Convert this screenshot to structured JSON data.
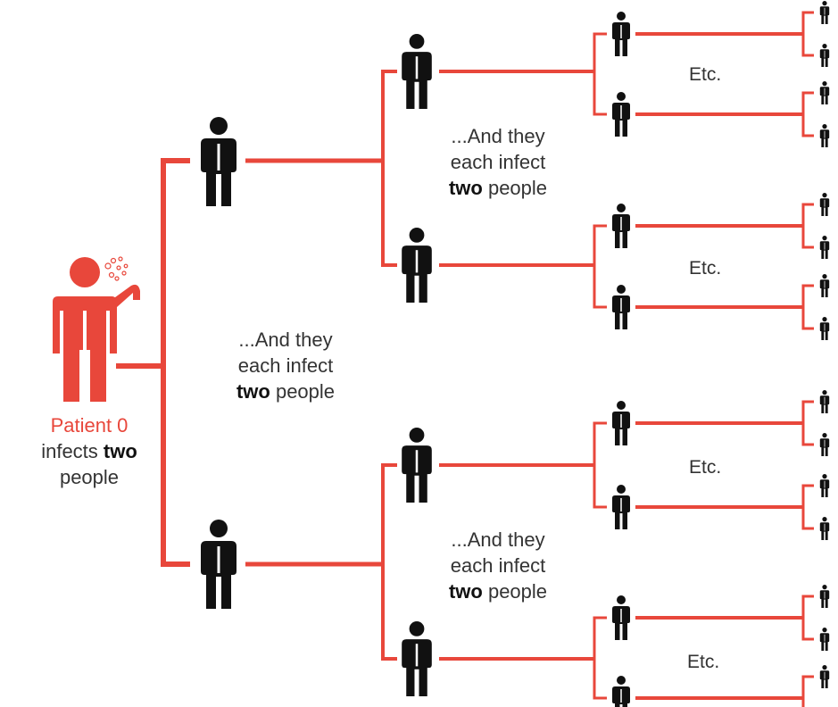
{
  "colors": {
    "line": "#e8473b",
    "person": "#111111",
    "patient": "#e8473b"
  },
  "patient_caption": {
    "line1": "Patient 0",
    "line2_prefix": "infects ",
    "line2_bold": "two",
    "line3": "people"
  },
  "generation_caption": {
    "line1": "...And they",
    "line2": "each infect",
    "line3_bold": "two",
    "line3_suffix": " people"
  },
  "etc_label": "Etc."
}
